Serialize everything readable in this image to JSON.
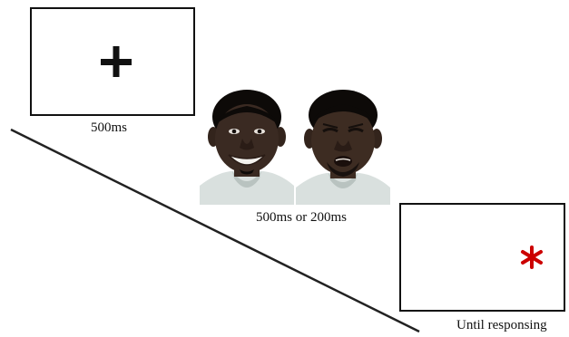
{
  "stages": [
    {
      "id": "fixation",
      "duration_label": "500ms",
      "stimulus": "fixation cross",
      "symbol": "+"
    },
    {
      "id": "faces",
      "duration_label": "500ms or 200ms",
      "stimulus": "face photographs (happy, distressed)"
    },
    {
      "id": "target",
      "duration_label": "Until responsing",
      "stimulus": "asterisk target",
      "symbol": "*"
    }
  ],
  "colors": {
    "frame_border": "#111111",
    "fixation": "#111111",
    "target": "#cc0000",
    "timeline": "#222222",
    "skin": "#3a2a22",
    "hair": "#0d0a08",
    "shirt": "#d9e0de"
  }
}
